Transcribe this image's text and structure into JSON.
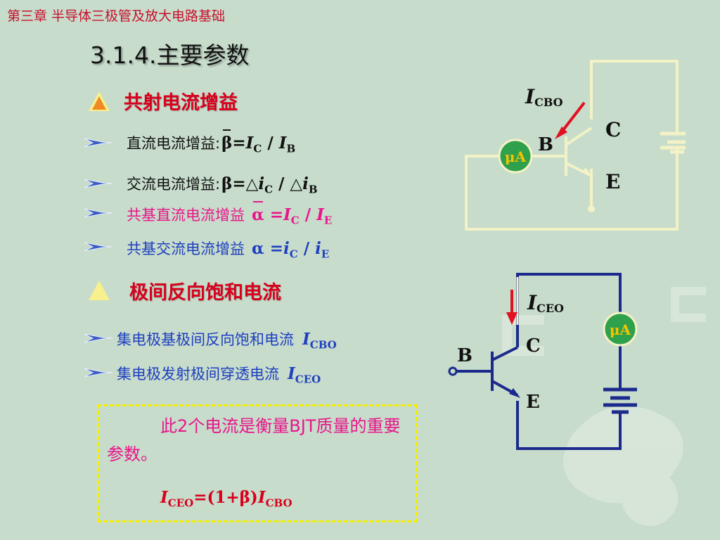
{
  "chapter_title": "第三章  半导体三极管及放大电路基础",
  "section_title": "3.1.4.主要参数",
  "section1": {
    "heading": "共射电流增益",
    "rows": [
      {
        "label": "直流电流增益:",
        "formula": "β=IC / IB"
      },
      {
        "label": "交流电流增益:",
        "formula": "β=△iC / △iB"
      },
      {
        "label": "共基直流电流增益",
        "formula": "α=IC / IE"
      },
      {
        "label": "共基交流电流增益",
        "formula": "α=iC / iE"
      }
    ]
  },
  "section2": {
    "heading": "极间反向饱和电流",
    "rows": [
      {
        "label": "集电极基极间反向饱和电流",
        "formula": "ICBO"
      },
      {
        "label": "集电极发射极间穿透电流",
        "formula": "ICEO"
      }
    ]
  },
  "note": {
    "text": "此2个电流是衡量BJT质量的重要参数。",
    "formula": "ICEO=(1+β)ICBO"
  },
  "circuit_top": {
    "current_label": "ICBO",
    "meter": "μA",
    "terminal_b": "B",
    "terminal_c": "C",
    "terminal_e": "E"
  },
  "circuit_bottom": {
    "current_label": "ICEO",
    "meter": "μA",
    "terminal_b": "B",
    "terminal_c": "C",
    "terminal_e": "E"
  },
  "colors": {
    "heading_red": "#d8001c",
    "pink": "#e8168b",
    "blue_text": "#1f3fbf",
    "circuit_blue": "#1b2a8c",
    "meter_green": "#2fa04c",
    "meter_text": "#f4c400",
    "note_border": "#f6f000"
  }
}
